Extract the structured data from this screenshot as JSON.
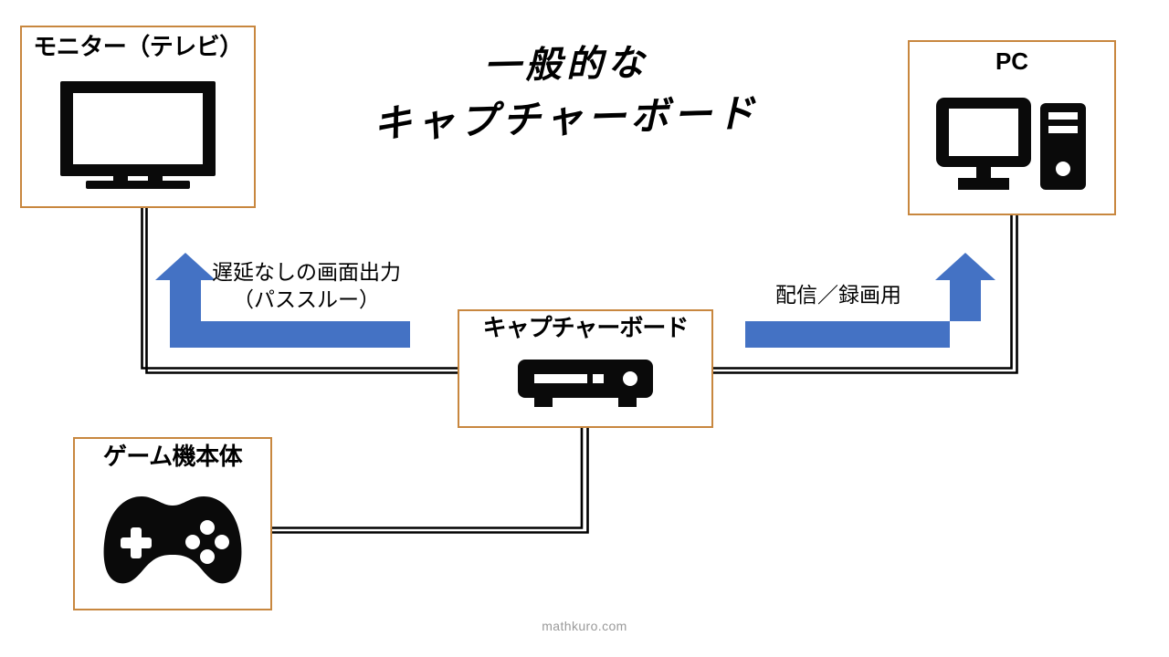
{
  "title": {
    "line1": "一般的な",
    "line2": "キャプチャーボード"
  },
  "colors": {
    "box_border": "#C8873F",
    "arrow_blue": "#4472C4",
    "cable_black": "#000000",
    "icon_black": "#0A0A0A",
    "background": "#FFFFFF",
    "watermark_gray": "#9A9A9A"
  },
  "nodes": [
    {
      "id": "monitor",
      "label": "モニター（テレビ）",
      "icon": "television-icon"
    },
    {
      "id": "pc",
      "label": "PC",
      "icon": "desktop-computer-icon"
    },
    {
      "id": "capture",
      "label": "キャプチャーボード",
      "icon": "capture-device-icon"
    },
    {
      "id": "console",
      "label": "ゲーム機本体",
      "icon": "gamepad-icon"
    }
  ],
  "arrows": [
    {
      "id": "passthrough",
      "caption_line1": "遅延なしの画面出力",
      "caption_line2": "（パススルー）",
      "direction": "up-left",
      "color": "#4472C4"
    },
    {
      "id": "stream-record",
      "caption_line1": "配信／録画用",
      "caption_line2": "",
      "direction": "up-right",
      "color": "#4472C4"
    }
  ],
  "cables": [
    {
      "id": "cable-capture-to-monitor",
      "from": "capture",
      "to": "monitor"
    },
    {
      "id": "cable-capture-to-pc",
      "from": "capture",
      "to": "pc"
    },
    {
      "id": "cable-console-to-capture",
      "from": "console",
      "to": "capture"
    }
  ],
  "watermark": "mathkuro.com"
}
